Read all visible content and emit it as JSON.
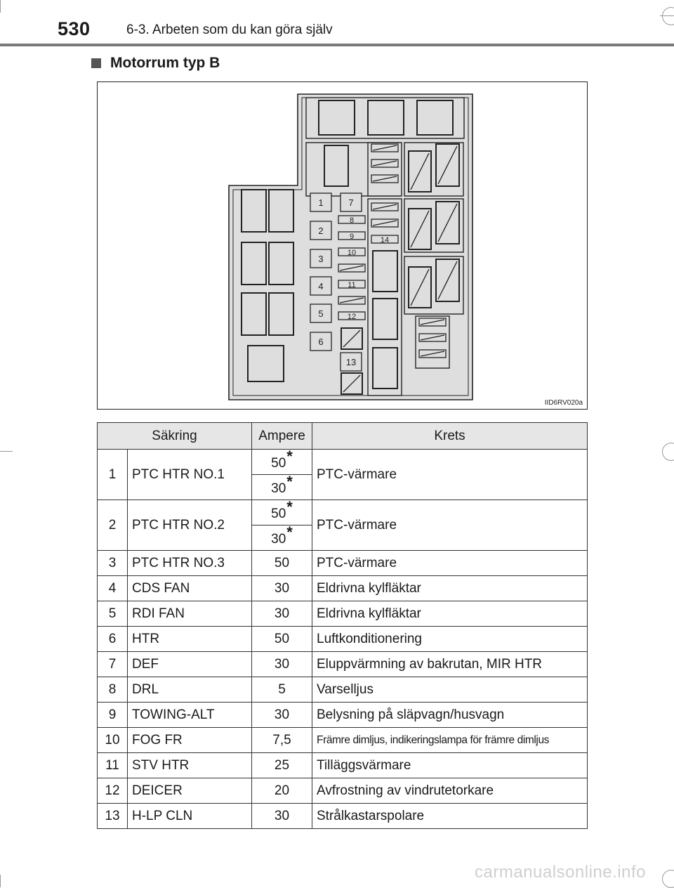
{
  "header": {
    "page_number": "530",
    "chapter_title": "6-3. Arbeten som du kan göra själv"
  },
  "section": {
    "title": "Motorrum typ B"
  },
  "diagram": {
    "figure_code": "IID6RV020a",
    "fuse_labels": [
      "1",
      "2",
      "3",
      "4",
      "5",
      "6",
      "7",
      "8",
      "9",
      "10",
      "11",
      "12",
      "13",
      "14"
    ]
  },
  "table": {
    "headers": {
      "fuse": "Säkring",
      "ampere": "Ampere",
      "circuit": "Krets"
    },
    "footnote_mark": "*",
    "rows": [
      {
        "num": "1",
        "name": "PTC HTR NO.1",
        "amps": [
          "50",
          "30"
        ],
        "circuit": "PTC-värmare"
      },
      {
        "num": "2",
        "name": "PTC HTR NO.2",
        "amps": [
          "50",
          "30"
        ],
        "circuit": "PTC-värmare"
      },
      {
        "num": "3",
        "name": "PTC HTR NO.3",
        "amps": [
          "50"
        ],
        "circuit": "PTC-värmare"
      },
      {
        "num": "4",
        "name": "CDS FAN",
        "amps": [
          "30"
        ],
        "circuit": "Eldrivna kylfläktar"
      },
      {
        "num": "5",
        "name": "RDI FAN",
        "amps": [
          "30"
        ],
        "circuit": "Eldrivna kylfläktar"
      },
      {
        "num": "6",
        "name": "HTR",
        "amps": [
          "50"
        ],
        "circuit": "Luftkonditionering"
      },
      {
        "num": "7",
        "name": "DEF",
        "amps": [
          "30"
        ],
        "circuit": "Eluppvärmning av bakrutan, MIR HTR"
      },
      {
        "num": "8",
        "name": "DRL",
        "amps": [
          "5"
        ],
        "circuit": "Varselljus"
      },
      {
        "num": "9",
        "name": "TOWING-ALT",
        "amps": [
          "30"
        ],
        "circuit": "Belysning på släpvagn/husvagn"
      },
      {
        "num": "10",
        "name": "FOG FR",
        "amps": [
          "7,5"
        ],
        "circuit": "Främre dimljus, indikeringslampa för främre dimljus"
      },
      {
        "num": "11",
        "name": "STV HTR",
        "amps": [
          "25"
        ],
        "circuit": "Tilläggsvärmare"
      },
      {
        "num": "12",
        "name": "DEICER",
        "amps": [
          "20"
        ],
        "circuit": "Avfrostning av vindrutetorkare"
      },
      {
        "num": "13",
        "name": "H-LP CLN",
        "amps": [
          "30"
        ],
        "circuit": "Strålkastarspolare"
      }
    ]
  },
  "watermark": "carmanualsonline.info"
}
